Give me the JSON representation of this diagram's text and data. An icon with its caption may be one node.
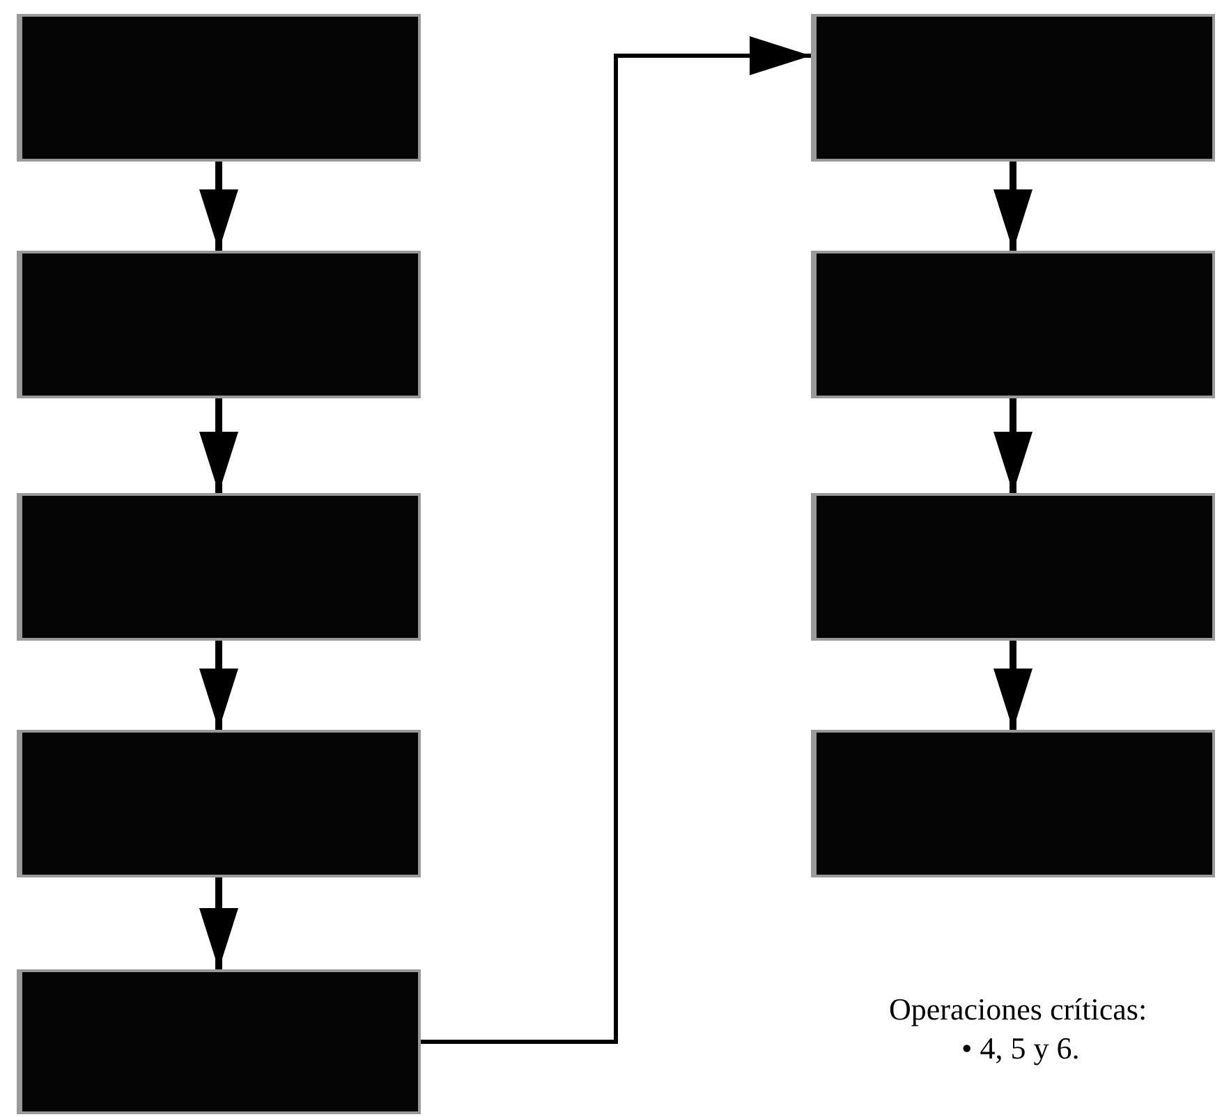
{
  "diagram": {
    "nodes": [
      {
        "text": [],
        "shape": "box"
      },
      {
        "text": [],
        "shape": "box"
      },
      {
        "text": [],
        "shape": "box"
      },
      {
        "text": [],
        "shape": "box"
      },
      {
        "text": [],
        "shape": "box"
      },
      {
        "text": [],
        "shape": "box"
      },
      {
        "text": [],
        "shape": "box"
      },
      {
        "text": [],
        "shape": "box"
      },
      {
        "text": [],
        "shape": "box"
      }
    ],
    "edges": [
      {
        "from": 0,
        "to": 1,
        "arrow": "to"
      },
      {
        "from": 1,
        "to": 2,
        "arrow": "to"
      },
      {
        "from": 2,
        "to": 3,
        "arrow": "to"
      },
      {
        "from": 3,
        "to": 4,
        "arrow": "to"
      },
      {
        "from": 4,
        "to": 5,
        "arrow": "to"
      },
      {
        "from": 5,
        "to": 6,
        "arrow": "to"
      },
      {
        "from": 6,
        "to": 7,
        "arrow": "to"
      },
      {
        "from": 7,
        "to": 8,
        "arrow": "to"
      }
    ],
    "labels": [
      "Operaciones críticas:",
      "• 4, 5 y 6."
    ]
  }
}
